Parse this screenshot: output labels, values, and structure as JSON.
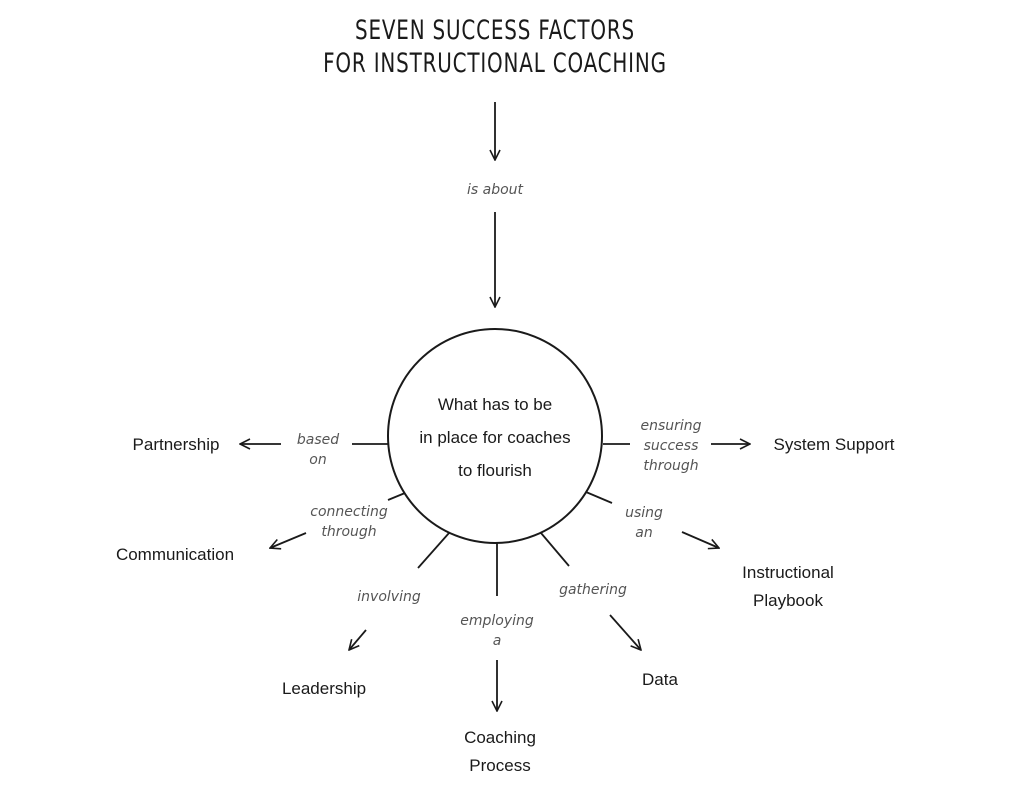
{
  "title": {
    "line1": "SEVEN SUCCESS FACTORS",
    "line2": "FOR INSTRUCTIONAL COACHING"
  },
  "top_link": "is about",
  "center": {
    "line1": "What has to be",
    "line2": "in place for coaches",
    "line3": "to flourish"
  },
  "factors": {
    "partnership": {
      "label": "Partnership",
      "link_line1": "based",
      "link_line2": "on"
    },
    "communication": {
      "label": "Communication",
      "link_line1": "connecting",
      "link_line2": "through"
    },
    "leadership": {
      "label": "Leadership",
      "link": "involving"
    },
    "coaching_process": {
      "label_line1": "Coaching",
      "label_line2": "Process",
      "link_line1": "employing",
      "link_line2": "a"
    },
    "data": {
      "label": "Data",
      "link": "gathering"
    },
    "instructional_playbook": {
      "label_line1": "Instructional",
      "label_line2": "Playbook",
      "link_line1": "using",
      "link_line2": "an"
    },
    "system_support": {
      "label": "System Support",
      "link_line1": "ensuring",
      "link_line2": "success",
      "link_line3": "through"
    }
  }
}
